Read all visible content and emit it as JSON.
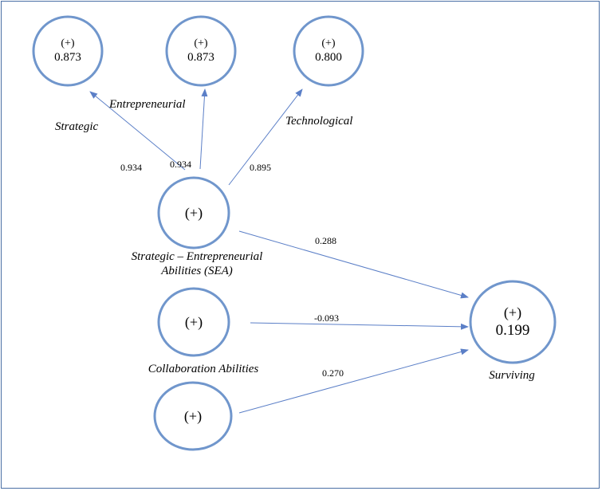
{
  "nodes": {
    "strategic": {
      "sign": "(+)",
      "value": "0.873",
      "label": "Strategic"
    },
    "entrepreneurial": {
      "sign": "(+)",
      "value": "0.873",
      "label": "Entrepreneurial"
    },
    "technological": {
      "sign": "(+)",
      "value": "0.800",
      "label": "Technological"
    },
    "sea": {
      "sign": "(+)",
      "label_line1": "Strategic – Entrepreneurial",
      "label_line2": "Abilities (SEA)"
    },
    "collaboration": {
      "sign": "(+)",
      "label": "Collaboration Abilities"
    },
    "third": {
      "sign": "(+)"
    },
    "surviving": {
      "sign": "(+)",
      "value": "0.199",
      "label": "Surviving"
    }
  },
  "edges": {
    "sea_strategic": "0.934",
    "sea_entrepreneurial": "0.934",
    "sea_technological": "0.895",
    "sea_surviving": "0.288",
    "collaboration_surviving": "-0.093",
    "third_surviving": "0.270"
  },
  "colors": {
    "node_stroke": "#7096cc",
    "edge": "#5b7fc7",
    "frame": "#4a6fa5"
  }
}
